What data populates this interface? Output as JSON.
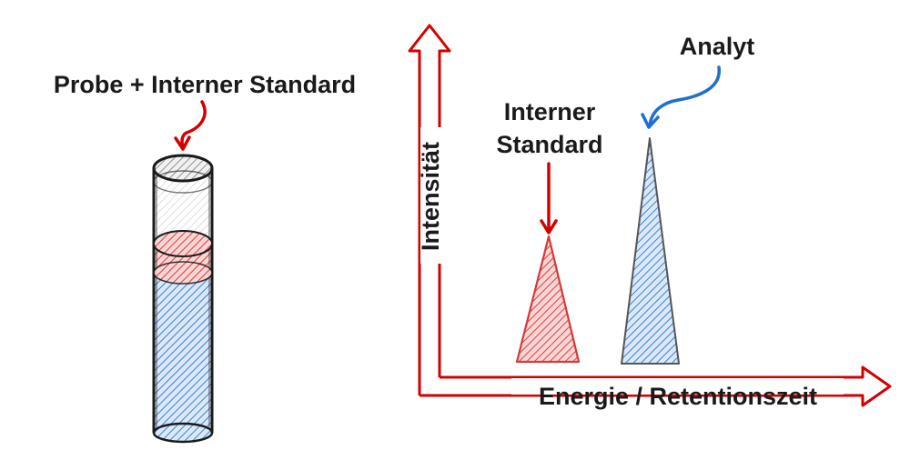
{
  "labels": {
    "sample": "Probe + Interner Standard",
    "internal_standard_line1": "Interner",
    "internal_standard_line2": "Standard",
    "analyte": "Analyt",
    "y_axis": "Intensität",
    "x_axis": "Energie / Retentionszeit"
  },
  "peaks": [
    {
      "name": "Interner Standard",
      "relative_height": 0.58,
      "color": "#e23b3b"
    },
    {
      "name": "Analyt",
      "relative_height": 1.0,
      "color": "#3d7fd6"
    }
  ],
  "colors": {
    "internal_standard": "#e23b3b",
    "analyte": "#3d7fd6",
    "axis": "#d40000",
    "arrow_red": "#d40000",
    "arrow_blue": "#1f6fd1",
    "outline": "#1a1a1a"
  },
  "icons": {
    "sample_tube": "test-tube-icon",
    "sample_arrow": "curved-arrow-icon",
    "is_arrow": "down-arrow-icon",
    "analyte_arrow": "curved-arrow-icon"
  }
}
